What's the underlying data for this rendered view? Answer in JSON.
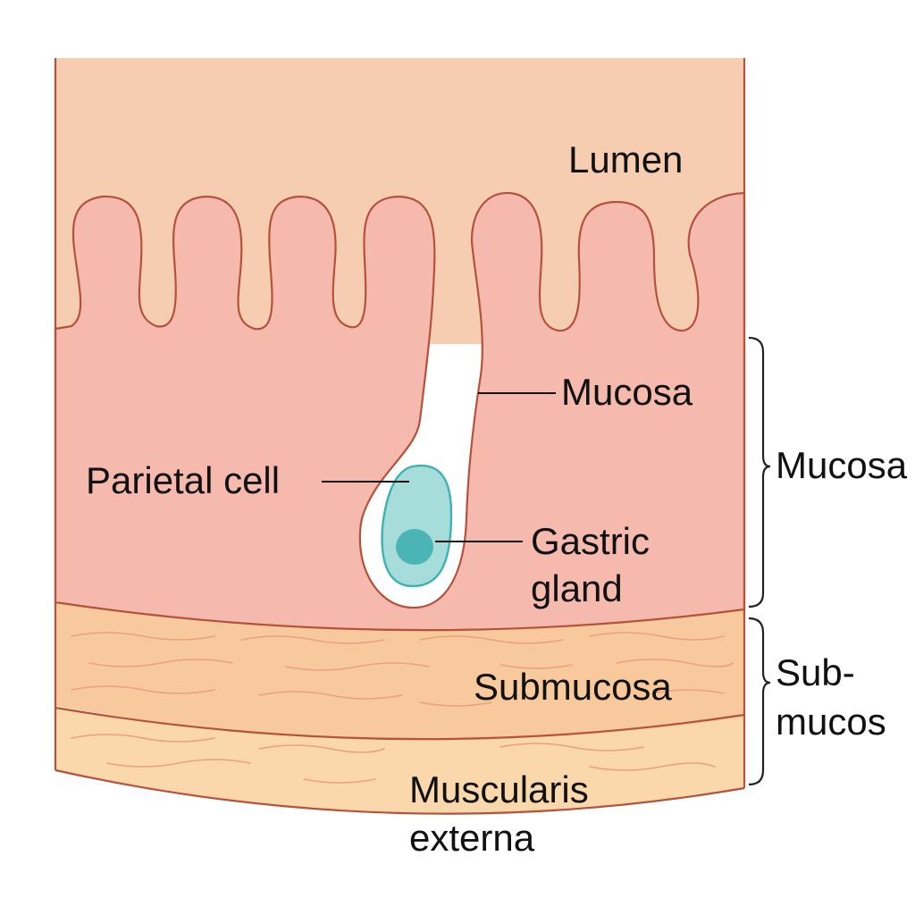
{
  "labels": {
    "lumen": "Lumen",
    "mucosa_inner": "Mucosa",
    "parietal_cell": "Parietal cell",
    "gastric_gland_line1": "Gastric",
    "gastric_gland_line2": "gland",
    "submucosa": "Submucosa",
    "muscularis_line1": "Muscularis",
    "muscularis_line2": "externa",
    "bracket_mucosa": "Mucosa",
    "bracket_sub_line1": "Sub-",
    "bracket_sub_line2": "mucos"
  },
  "colors": {
    "lumen_fill": "#f7cdb1",
    "mucosa_fill": "#f6b9ae",
    "submucosa_fill": "#f8c99d",
    "muscularis_fill": "#fad8ac",
    "outline": "#b4523c",
    "cell_fill": "#a6dcd9",
    "cell_stroke": "#3fb1b3",
    "nucleus_fill": "#4bb5b5",
    "fiber": "#ec9f84",
    "bracket": "#222222",
    "leader": "#111111"
  }
}
